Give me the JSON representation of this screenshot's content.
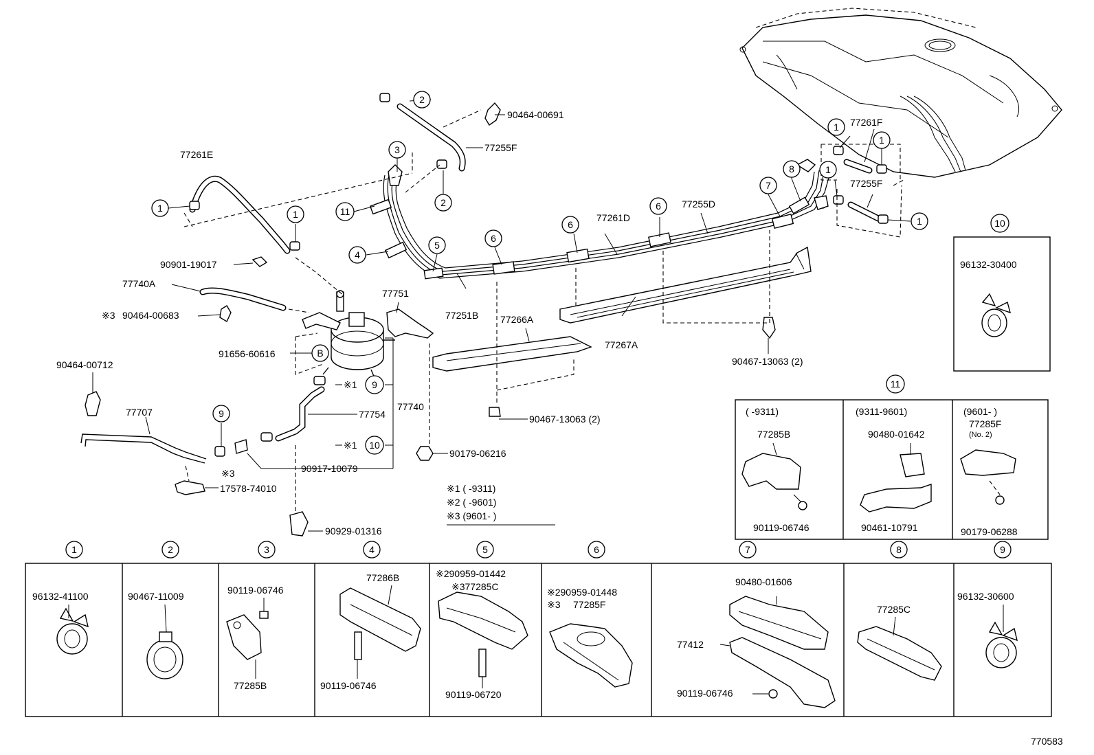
{
  "diagram_id": "770583",
  "labels": {
    "p77261E": "77261E",
    "p90901": "90901-19017",
    "p77740A": "77740A",
    "p90464_00683": "90464-00683",
    "p91656": "91656-60616",
    "p90464_00712": "90464-00712",
    "p77707": "77707",
    "p17578": "17578-74010",
    "p90929": "90929-01316",
    "p90917": "90917-10079",
    "p77754": "77754",
    "p77740": "77740",
    "p90464_00691": "90464-00691",
    "p77255F_top": "77255F",
    "p77751": "77751",
    "p77251B": "77251B",
    "p77266A": "77266A",
    "p90467_13063a": "90467-13063 (2)",
    "p90179_06216": "90179-06216",
    "p77261D": "77261D",
    "p77255D": "77255D",
    "p77267A": "77267A",
    "p90467_13063b": "90467-13063 (2)",
    "p77261F": "77261F",
    "p77255F_right": "77255F",
    "mark3_lbl": "※3",
    "mark3_prefix": "※3",
    "note1": "※1 (      -9311)",
    "note2": "※2 (      -9601)",
    "note3": "※3 (9601-      )"
  },
  "box10": {
    "header": "10",
    "part": "96132-30400"
  },
  "box11": {
    "header": "11",
    "col1": {
      "range": "(      -9311)",
      "part_a": "77285B",
      "part_b": "90119-06746"
    },
    "col2": {
      "range": "(9311-9601)",
      "part_a": "90480-01642",
      "part_b": "90461-10791"
    },
    "col3": {
      "range": "(9601-      )",
      "part_a": "77285F",
      "note": "(No. 2)",
      "part_b": "90179-06288"
    }
  },
  "bottom_table": [
    {
      "num": "1",
      "parts": [
        "96132-41100"
      ]
    },
    {
      "num": "2",
      "parts": [
        "90467-11009"
      ]
    },
    {
      "num": "3",
      "parts": [
        "90119-06746",
        "77285B"
      ]
    },
    {
      "num": "4",
      "parts": [
        "77286B",
        "90119-06746"
      ]
    },
    {
      "num": "5",
      "parts": [
        "※290959-01442",
        "※377285C",
        "90119-06720"
      ]
    },
    {
      "num": "6",
      "parts": [
        "※290959-01448",
        "※3",
        "77285F"
      ]
    },
    {
      "num": "7",
      "parts": [
        "90480-01606",
        "77412",
        "90119-06746"
      ]
    },
    {
      "num": "8",
      "parts": [
        "77285C"
      ]
    },
    {
      "num": "9",
      "parts": [
        "96132-30600"
      ]
    }
  ]
}
